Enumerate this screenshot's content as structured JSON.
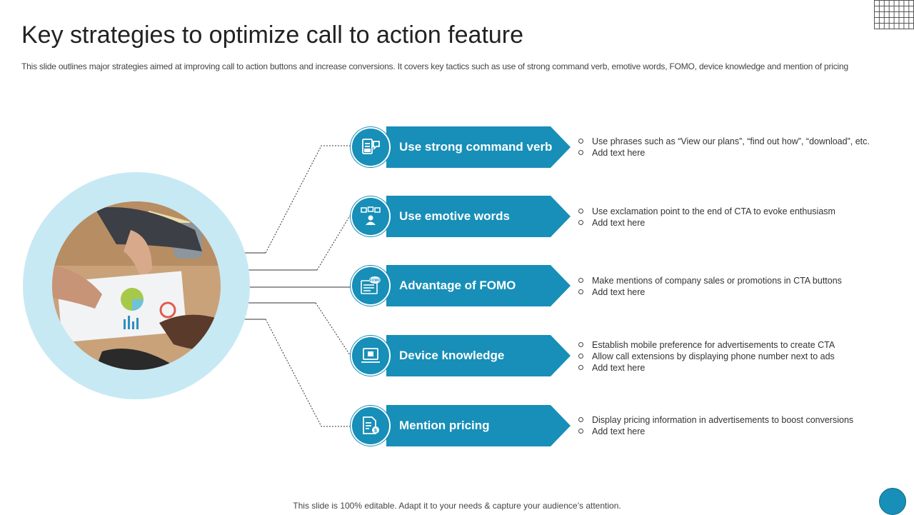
{
  "slide": {
    "title": "Key strategies to optimize call to action feature",
    "subtitle": "This slide outlines major strategies aimed at improving call to action buttons and increase conversions. It covers key tactics such as use of strong command verb, emotive words, FOMO,  device knowledge and mention of pricing",
    "footer": "This slide is 100% editable. Adapt it to your needs & capture your audience’s attention."
  },
  "colors": {
    "accent": "#178fb8",
    "ring": "#c7e9f4",
    "text": "#222222"
  },
  "strategies": [
    {
      "label": "Use strong command verb",
      "icon": "document-chat-icon",
      "bullets": [
        "Use phrases such as “View our plans”, “find out how”, “download”, etc.",
        "Add text here"
      ]
    },
    {
      "label": "Use emotive words",
      "icon": "emoji-user-icon",
      "bullets": [
        "Use exclamation point to the end of CTA to evoke enthusiasm",
        "Add text here"
      ]
    },
    {
      "label": "Advantage of FOMO",
      "icon": "fomo-icon",
      "icon_text": "FOMO",
      "bullets": [
        "Make mentions of company sales or promotions in CTA buttons",
        "Add text here"
      ]
    },
    {
      "label": "Device knowledge",
      "icon": "laptop-icon",
      "bullets": [
        "Establish mobile preference for advertisements to create CTA",
        "Allow call extensions by displaying phone number next to ads",
        "Add text here"
      ]
    },
    {
      "label": "Mention pricing",
      "icon": "price-document-icon",
      "bullets": [
        "Display pricing information in advertisements   to boost conversions",
        "Add text here"
      ]
    }
  ]
}
